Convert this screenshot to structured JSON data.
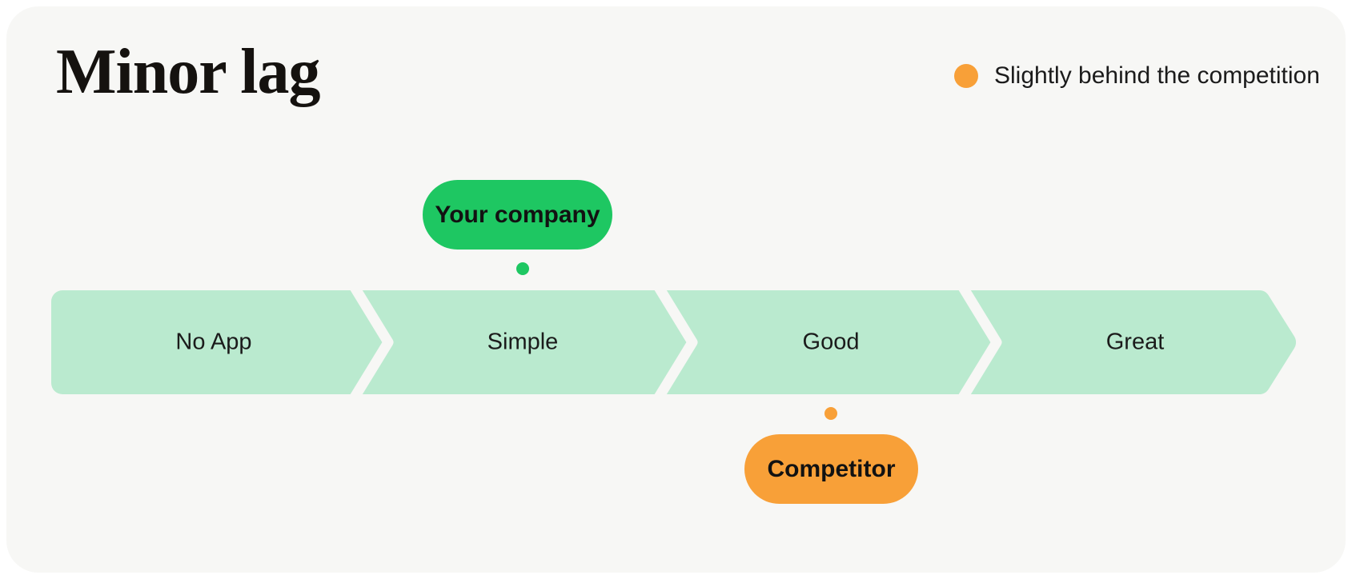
{
  "title": "Minor lag",
  "legend": {
    "label": "Slightly behind the competition",
    "dot_color": "#f8a038"
  },
  "stages": [
    {
      "label": "No App"
    },
    {
      "label": "Simple"
    },
    {
      "label": "Good"
    },
    {
      "label": "Great"
    }
  ],
  "markers": {
    "your_company": {
      "label": "Your company",
      "stage": "Simple",
      "placement": "above-bar",
      "color": "#1ec762"
    },
    "competitor": {
      "label": "Competitor",
      "stage": "Good",
      "placement": "below-bar",
      "color": "#f8a038"
    }
  },
  "colors": {
    "page_bg": "#ffffff",
    "card_bg": "#f7f7f5",
    "bar_green": "#baeacf",
    "accent_green": "#1ec762",
    "accent_orange": "#f8a038",
    "text_dark": "#1b1b1b",
    "title_color": "#15120f"
  }
}
